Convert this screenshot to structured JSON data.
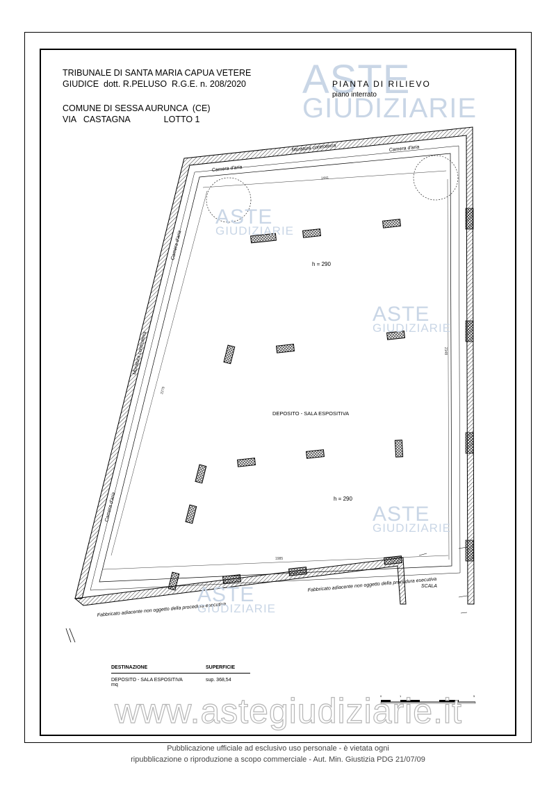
{
  "header": {
    "line1": "TRIBUNALE DI SANTA MARIA CAPUA VETERE",
    "line2": "GIUDICE  dott. R.PELUSO  R.G.E. n. 208/2020",
    "line3": "COMUNE DI SESSA AURUNCA  (CE)",
    "line4": "VIA   CASTAGNA              LOTTO 1"
  },
  "title": "PIANTA DI RILIEVO",
  "subtitle": "piano interrato",
  "watermark": {
    "brand_top": "ASTE",
    "brand_bottom": "GIUDIZIARIE",
    "site": "www.astegiudiziarie.it"
  },
  "plan": {
    "labels": {
      "muratura_top": "Muratura  controterra",
      "muratura_left": "Muratura  controterra",
      "camera_1": "Camera  d'aria",
      "camera_2": "Camera  d'aria",
      "camera_3": "Camera  d'aria",
      "camera_4": "Camera  d'aria",
      "height_top": "h = 290",
      "height_bottom": "h = 290",
      "room": "DEPOSITO   -   SALA   ESPOSITIVA",
      "adjacent_left": "Fabbricato adiacente non oggetto della procedura esecutiva",
      "adjacent_right": "Fabbricato adiacente non oggetto della procedura esecutiva",
      "scala": "SCALA",
      "dim_top": "1441",
      "dim_right": "2148",
      "dim_left": "2279",
      "dim_bottom": "1985"
    },
    "scale_bar": {
      "tick0": "0",
      "tick1": "1",
      "tick5": "5"
    }
  },
  "table": {
    "head_dest": "DESTINAZIONE",
    "head_sup": "SUPERFICIE",
    "row_dest": "DEPOSITO   -   SALA   ESPOSITIVA",
    "row_unit": "mq",
    "row_sup": "sup. 368,54"
  },
  "footer": {
    "line1": "Pubblicazione ufficiale ad esclusivo uso personale - è vietata ogni",
    "line2": "ripubblicazione o riproduzione a scopo commerciale - Aut. Min. Giustizia PDG 21/07/09"
  }
}
